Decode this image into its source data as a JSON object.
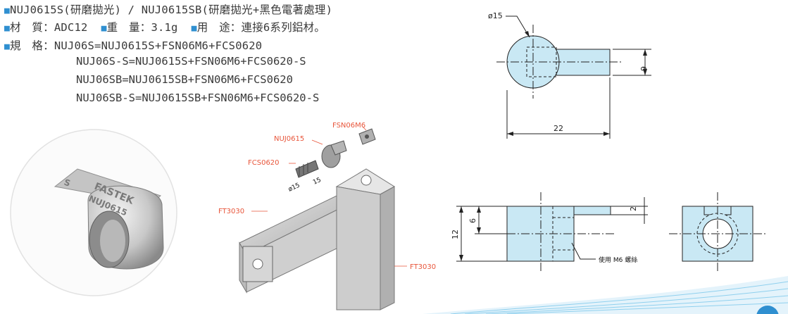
{
  "spec": {
    "line1": "NUJ0615S(研磨拋光) / NUJ0615SB(研磨拋光+黑色電著處理)",
    "material_label": "材　質：",
    "material": "ADC12",
    "weight_label": "重　量：",
    "weight": "3.1g",
    "use_label": "用　途：",
    "use": "連接6系列鋁材。",
    "model_label": "規　格：",
    "models": [
      "NUJ06S=NUJ0615S+FSN06M6+FCS0620",
      "NUJ06S-S=NUJ0615S+FSN06M6+FCS0620-S",
      "NUJ06SB=NUJ0615SB+FSN06M6+FCS0620",
      "NUJ06SB-S=NUJ0615SB+FSN06M6+FCS0620-S"
    ]
  },
  "photo": {
    "engraving_1": "FASTEK",
    "engraving_2": "NUJ0615",
    "engraving_3": "S"
  },
  "assembly": {
    "fsn": "FSN06M6",
    "nuj": "NUJ0615",
    "fcs": "FCS0620",
    "ft_left": "FT3030",
    "ft_right": "FT3030",
    "dia": "ø15",
    "depth": "15"
  },
  "drawing_top": {
    "dia": "ø15",
    "width": "22",
    "height": "6"
  },
  "drawing_side": {
    "height": "12",
    "mid": "6",
    "tab": "2",
    "note": "使用 M6 螺絲"
  },
  "colors": {
    "part_fill": "#c9e8f4",
    "accent": "#2f8fd0",
    "label": "#e8553a"
  }
}
